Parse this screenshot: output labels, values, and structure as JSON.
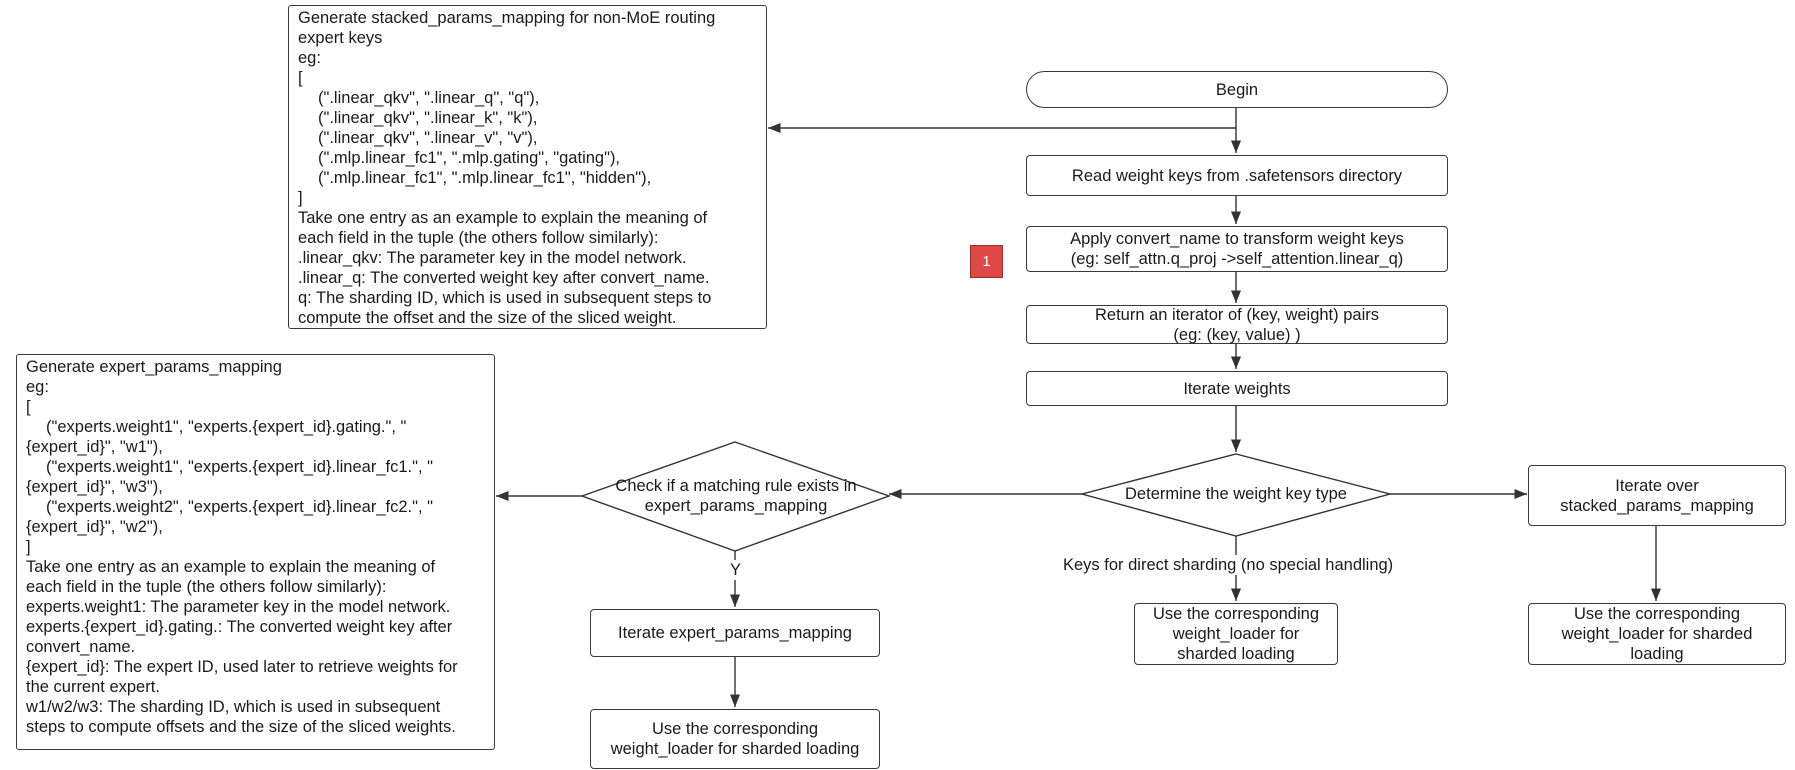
{
  "nodes": {
    "begin": "Begin",
    "read_keys": "Read weight keys from .safetensors directory",
    "convert_line1": "Apply convert_name to transform weight keys",
    "convert_line2": "(eg:  self_attn.q_proj ->self_attention.linear_q)",
    "iterator_line1": "Return an iterator of (key, weight)  pairs",
    "iterator_line2": "(eg:    (key, value)  )",
    "iterate_weights": "Iterate weights",
    "determine_type": "Determine the weight key type",
    "check_match_line1": "Check if a matching rule exists in",
    "check_match_line2": "expert_params_mapping",
    "iterate_stacked_line1": "Iterate over",
    "iterate_stacked_line2": "stacked_params_mapping",
    "iterate_expert": "Iterate expert_params_mapping",
    "loader_expert_line1": "Use the corresponding",
    "loader_expert_line2": "weight_loader for sharded loading",
    "loader_direct_line1": "Use the corresponding",
    "loader_direct_line2": "weight_loader for",
    "loader_direct_line3": "sharded loading",
    "loader_stacked_line1": "Use the corresponding",
    "loader_stacked_line2": "weight_loader for sharded",
    "loader_stacked_line3": "loading"
  },
  "labels": {
    "direct_sharding": "Keys for direct sharding (no special handling)",
    "yes": "Y"
  },
  "badge": {
    "text": "1",
    "color": "#e04848"
  },
  "stacked_note": [
    "Generate stacked_params_mapping for non-MoE routing",
    "expert keys",
    "eg:",
    "[",
    "(\".linear_qkv\", \".linear_q\", \"q\"),",
    "(\".linear_qkv\", \".linear_k\", \"k\"),",
    "(\".linear_qkv\", \".linear_v\", \"v\"),",
    "(\".mlp.linear_fc1\", \".mlp.gating\", \"gating\"),",
    "(\".mlp.linear_fc1\", \".mlp.linear_fc1\", \"hidden\"),",
    "]",
    "Take one entry as an example to explain the meaning of",
    "each field in the tuple (the others follow similarly):",
    ".linear_qkv: The parameter key in the model network.",
    ".linear_q: The converted weight key after convert_name.",
    "q: The sharding ID, which is used in subsequent steps to",
    "compute the offset and the size of the sliced weight."
  ],
  "expert_note": [
    "Generate expert_params_mapping",
    "eg:",
    "[",
    "(\"experts.weight1\", \"experts.{expert_id}.gating.\", \"",
    "{expert_id}\",   \"w1\"),",
    "(\"experts.weight1\", \"experts.{expert_id}.linear_fc1.\", \"",
    "{expert_id}\",   \"w3\"),",
    "(\"experts.weight2\", \"experts.{expert_id}.linear_fc2.\", \"",
    "{expert_id}\",   \"w2\"),",
    "]",
    "Take one entry as an example to explain the meaning of",
    "each field in the tuple (the others follow similarly):",
    "experts.weight1: The parameter key in the model network.",
    "experts.{expert_id}.gating.: The converted weight key after",
    "convert_name.",
    "{expert_id}: The expert ID, used later to retrieve weights for",
    "the current expert.",
    "w1/w2/w3: The sharding ID, which is used in subsequent",
    "steps to compute offsets and the size of the sliced weights."
  ]
}
